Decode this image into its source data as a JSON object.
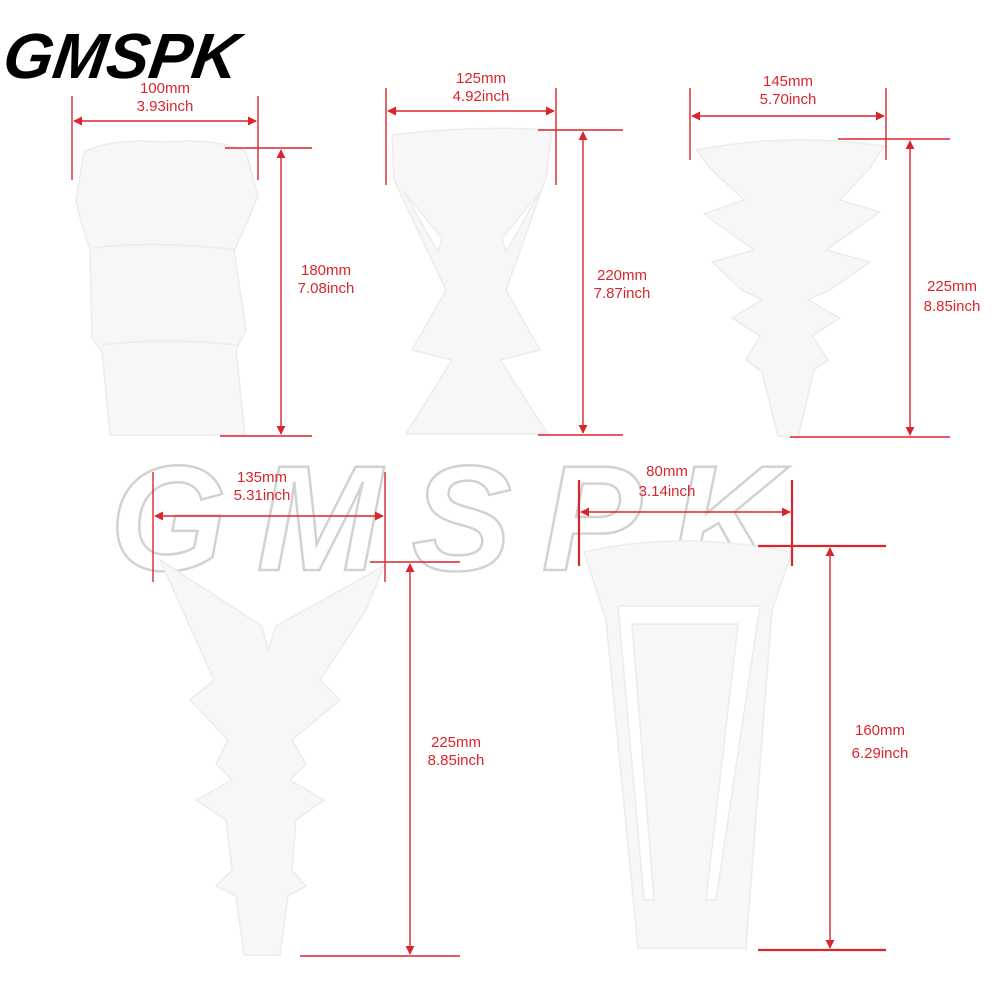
{
  "brand": {
    "logo": "GMSPK",
    "watermark": "GMSPK"
  },
  "colors": {
    "dimension": "#d9262c",
    "pad": "#f7f7f7",
    "logo": "#000000"
  },
  "pads": [
    {
      "id": "pad-1",
      "width": {
        "mm": "100mm",
        "inch": "3.93inch"
      },
      "height": {
        "mm": "180mm",
        "inch": "7.08inch"
      }
    },
    {
      "id": "pad-2",
      "width": {
        "mm": "125mm",
        "inch": "4.92inch"
      },
      "height": {
        "mm": "220mm",
        "inch": "7.87inch"
      }
    },
    {
      "id": "pad-3",
      "width": {
        "mm": "145mm",
        "inch": "5.70inch"
      },
      "height": {
        "mm": "225mm",
        "inch": "8.85inch"
      }
    },
    {
      "id": "pad-4",
      "width": {
        "mm": "135mm",
        "inch": "5.31inch"
      },
      "height": {
        "mm": "225mm",
        "inch": "8.85inch"
      }
    },
    {
      "id": "pad-5",
      "width": {
        "mm": "80mm",
        "inch": "3.14inch"
      },
      "height": {
        "mm": "160mm",
        "inch": "6.29inch"
      }
    }
  ]
}
